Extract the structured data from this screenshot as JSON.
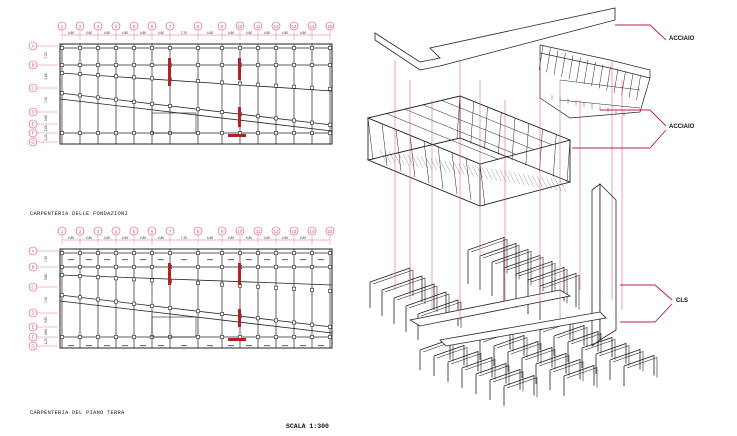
{
  "plans": {
    "columns": [
      "1",
      "2",
      "3",
      "4",
      "5",
      "6",
      "7",
      "8",
      "9",
      "10",
      "11",
      "12",
      "13",
      "14",
      "15"
    ],
    "rows": [
      "A",
      "B",
      "C",
      "D",
      "E",
      "F",
      "G"
    ],
    "dims_top": [
      "4.80",
      "4.80",
      "4.80",
      "4.80",
      "4.80",
      "4.80",
      "7.20",
      "4.80",
      "4.80",
      "4.80",
      "4.80",
      "4.80",
      "4.80"
    ],
    "dims_side": [
      "7.20",
      "3.60",
      "7.20",
      "3.60",
      "3.60",
      "1.20"
    ],
    "foundation_title": "CARPENTERIA DELLE FONDAZIONI",
    "ground_title": "CARPENTERIA DEL PIANO TERRA",
    "scale": "SCALA 1:300"
  },
  "axonometric": {
    "labels": [
      "ACCIAIO",
      "ACCIAIO",
      "CLS"
    ]
  },
  "colors": {
    "axis": "#d9406a",
    "concrete": "#b22222",
    "line": "#222222",
    "leader": "#c2185b"
  }
}
